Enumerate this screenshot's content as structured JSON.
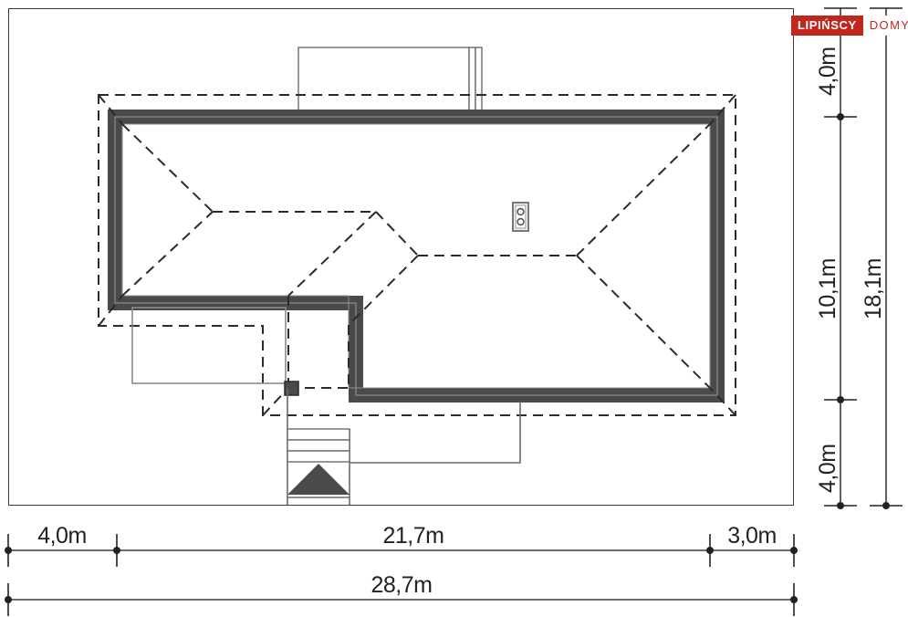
{
  "logo": {
    "mark_text": "LIPIŃSCY",
    "word_text": "DOMY",
    "mark_bg": "#c1271d",
    "mark_fg": "#ffffff",
    "word_fg": "#c1271d"
  },
  "plan": {
    "title": "site-plan",
    "wall_color": "#4a4a4a",
    "outline_color": "#3a3a3a",
    "roof_line_color": "#2b2b2b",
    "terrace_line_color": "#777777",
    "steps_arrow_color": "#4a4a4a"
  },
  "dimensions": {
    "horizontal": [
      {
        "id": "left-setback",
        "label": "4,0m"
      },
      {
        "id": "building-width",
        "label": "21,7m"
      },
      {
        "id": "right-setback",
        "label": "3,0m"
      }
    ],
    "horizontal_total": {
      "id": "plot-width",
      "label": "28,7m"
    },
    "vertical": [
      {
        "id": "top-setback",
        "label": "4,0m"
      },
      {
        "id": "building-depth",
        "label": "10,1m"
      },
      {
        "id": "bottom-setback",
        "label": "4,0m"
      }
    ],
    "vertical_total": {
      "id": "plot-depth",
      "label": "18,1m"
    }
  }
}
